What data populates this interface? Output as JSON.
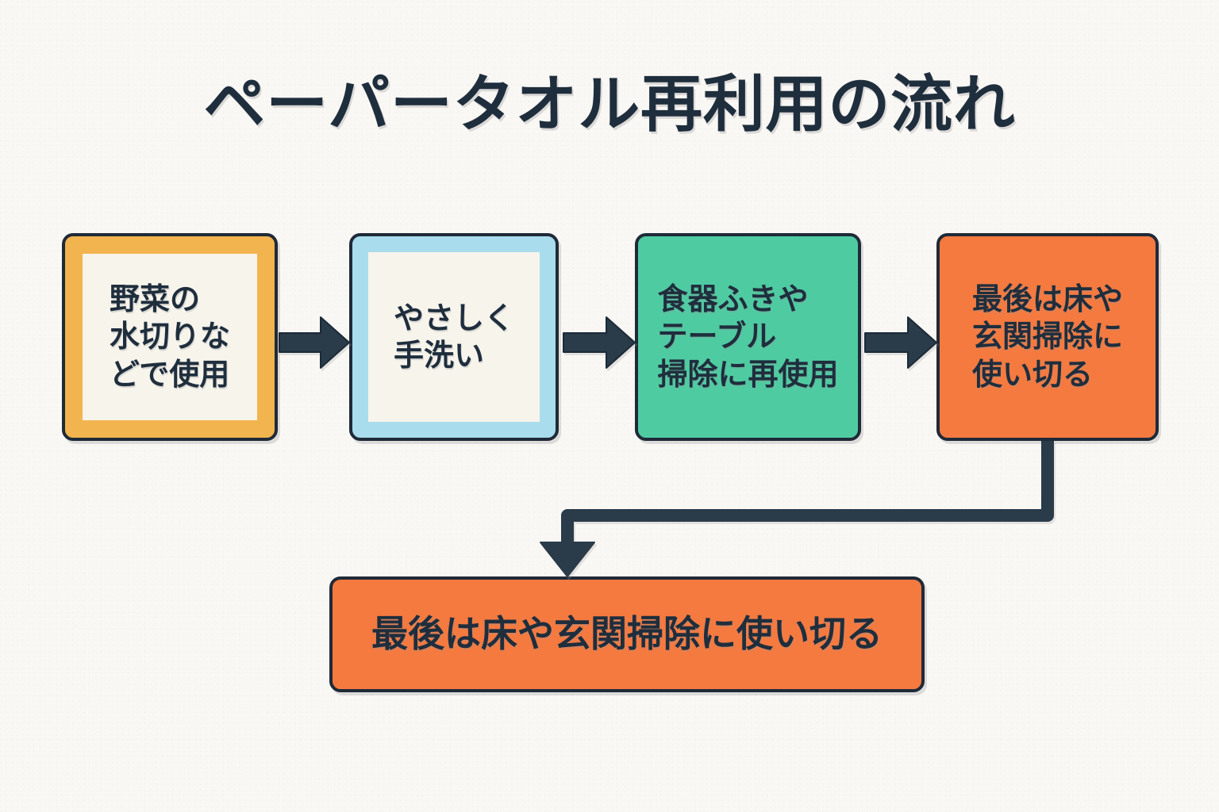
{
  "title": "ペーパータオル再利用の流れ",
  "colors": {
    "background": "#faf8f5",
    "ink": "#1f2e3d",
    "stroke": "#1f2a38",
    "amber": "#f2b44e",
    "light_blue": "#a9dcec",
    "cream": "#f7f4ec",
    "green": "#4fcba2",
    "orange": "#f57a40"
  },
  "steps": [
    {
      "id": "step-1",
      "label": "野菜の\n水切りな\nどで使用",
      "fill": "#f7f4ec",
      "frame": "#f2b44e"
    },
    {
      "id": "step-2",
      "label": "やさしく\n手洗い",
      "fill": "#f7f4ec",
      "frame": "#a9dcec"
    },
    {
      "id": "step-3",
      "label": "食器ふきや\nテーブル\n掃除に再使用",
      "fill": "#4fcba2",
      "frame": "#1f2a38"
    },
    {
      "id": "step-4",
      "label": "最後は床や\n玄関掃除に\n使い切る",
      "fill": "#f57a40",
      "frame": "#1f2a38"
    }
  ],
  "summary": {
    "id": "step-summary",
    "label": "最後は床や玄関掃除に使い切る",
    "fill": "#f57a40",
    "frame": "#1f2a38"
  },
  "connectors": [
    {
      "id": "arrow-1-2",
      "type": "arrow-right"
    },
    {
      "id": "arrow-2-3",
      "type": "arrow-right"
    },
    {
      "id": "arrow-3-4",
      "type": "arrow-right"
    },
    {
      "id": "arrow-4-summary",
      "type": "elbow-down-left-down"
    }
  ]
}
